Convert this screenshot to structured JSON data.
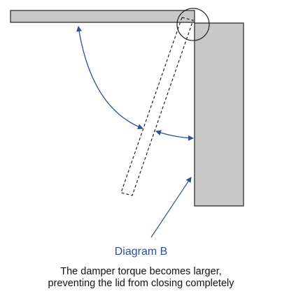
{
  "diagram": {
    "label": "Diagram B",
    "caption_line_1": "The damper torque becomes larger,",
    "caption_line_2": "preventing the lid from closing completely"
  },
  "colors": {
    "panel_fill": "#c8c8c8",
    "outline": "#222222",
    "annotation_blue": "#2f4f99",
    "caption_text": "#111111",
    "background": "#ffffff"
  },
  "icons": {
    "lid": "horizontal-lid-panel",
    "body": "vertical-body-panel",
    "closing_lid": "dashed-lid-outline",
    "hinge": "hinge-circle",
    "arc": "double-headed-angle-arc",
    "pointer": "pointer-arrow"
  }
}
